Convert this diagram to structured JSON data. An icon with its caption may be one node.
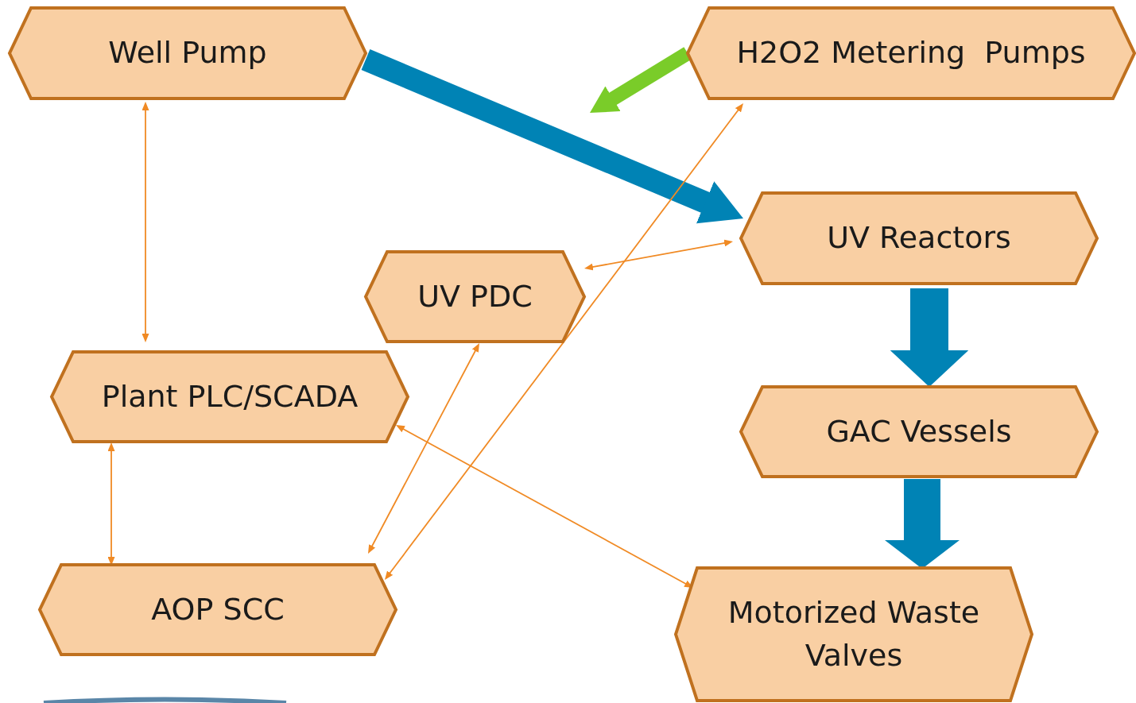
{
  "diagram": {
    "nodes": [
      {
        "text": [
          "Well Pump"
        ]
      },
      {
        "text": [
          "H2O2 Metering  Pumps"
        ]
      },
      {
        "text": [
          "UV Reactors"
        ]
      },
      {
        "text": [
          "UV PDC"
        ]
      },
      {
        "text": [
          "Plant PLC/SCADA"
        ]
      },
      {
        "text": [
          "GAC Vessels"
        ]
      },
      {
        "text": [
          "AOP SCC"
        ]
      },
      {
        "text": [
          "Motorized Waste Valves"
        ]
      }
    ],
    "edges": [
      {
        "from": 0,
        "to": 2,
        "arrow": "to",
        "style": "thick",
        "color": "#0083b5"
      },
      {
        "from": 1,
        "to": null,
        "arrow": "to",
        "style": "thick",
        "color": "#7acc29"
      },
      {
        "from": 0,
        "to": 4,
        "arrow": "both"
      },
      {
        "from": 2,
        "to": 3,
        "arrow": "both"
      },
      {
        "from": 3,
        "to": 6,
        "arrow": "both"
      },
      {
        "from": 1,
        "to": 6,
        "arrow": "both"
      },
      {
        "from": 4,
        "to": 7,
        "arrow": "both"
      },
      {
        "from": 4,
        "to": 6,
        "arrow": "both"
      },
      {
        "from": 2,
        "to": 5,
        "arrow": "to",
        "style": "thick",
        "color": "#0083b5"
      },
      {
        "from": 5,
        "to": 7,
        "arrow": "to",
        "style": "thick",
        "color": "#0083b5"
      }
    ]
  }
}
